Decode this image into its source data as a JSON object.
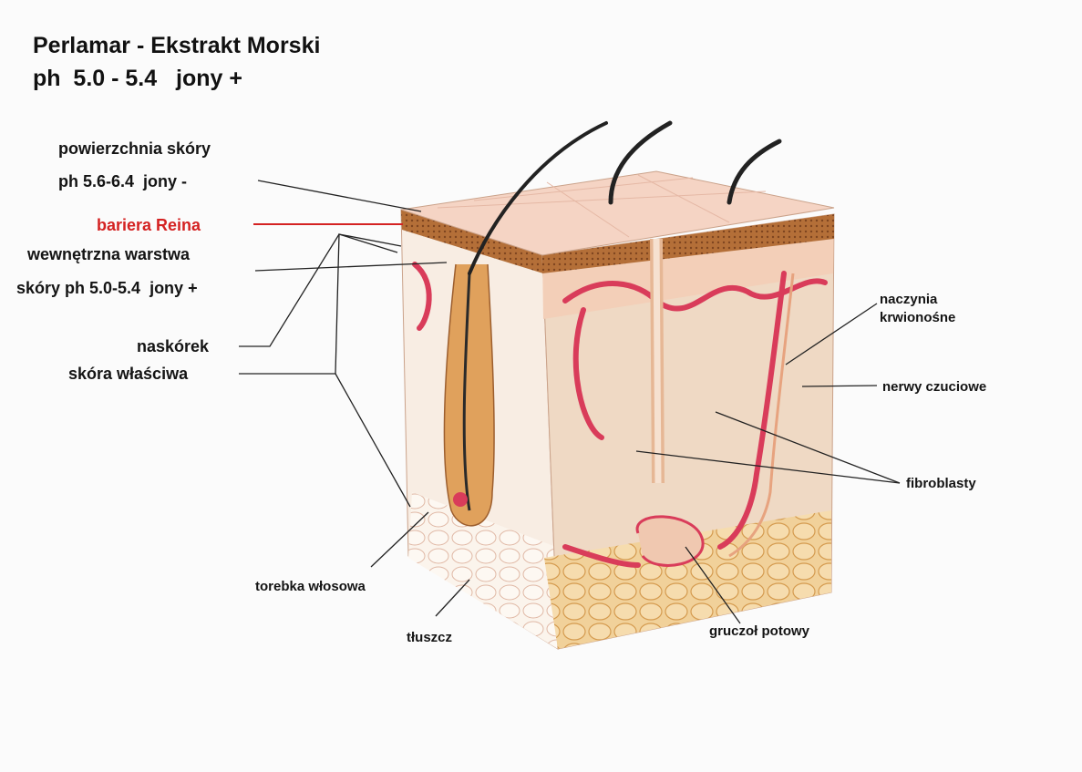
{
  "title": {
    "line1": "Perlamar - Ekstrakt Morski",
    "line2": "ph  5.0 - 5.4   jony +"
  },
  "labels": {
    "powierzchnia": "powierzchnia skóry",
    "powierzchnia_ph": "ph 5.6-6.4  jony -",
    "bariera": "bariera Reina",
    "wewnetrzna1": "wewnętrzna warstwa",
    "wewnetrzna2": "skóry ph 5.0-5.4  jony +",
    "naskorek": "naskórek",
    "skora_wlasciwa": "skóra właściwa",
    "naczynia1": "naczynia",
    "naczynia2": "krwionośne",
    "nerwy": "nerwy czuciowe",
    "fibroblasty": "fibroblasty",
    "torebka": "torebka włosowa",
    "tluszcz": "tłuszcz",
    "gruczol": "gruczoł potowy"
  },
  "colors": {
    "barrier_label": "#d42222",
    "epidermis": "#b9773f",
    "dermis": "#efd9c4",
    "vessel": "#d93c5a",
    "fat": "#eec57a"
  }
}
